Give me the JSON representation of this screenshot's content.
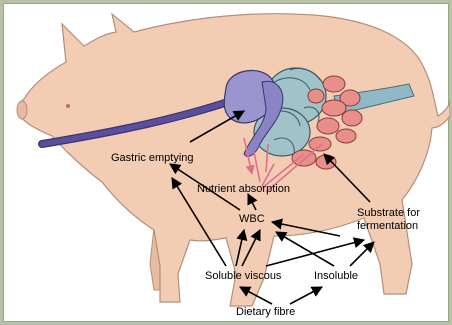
{
  "labels": {
    "gastric_emptying": "Gastric emptying",
    "nutrient_absorption": "Nutrient absorption",
    "wbc": "WBC",
    "substrate_line1": "Substrate for",
    "substrate_line2": "fermentation",
    "soluble_viscous": "Soluble viscous",
    "insoluble": "Insoluble",
    "dietary_fibre": "Dietary fibre"
  },
  "colors": {
    "pig_body": "#f2ccb3",
    "pig_outline": "#b38f7a",
    "esophagus": "#5a4f9e",
    "stomach": "#9b95cf",
    "small_intestine": "#9fc3c8",
    "large_intestine": "#e98f8a",
    "colon_tube": "#8fb9c6",
    "pink_arrows": "#e0708a",
    "arrows": "#000000",
    "background": "#b7c2a5"
  }
}
